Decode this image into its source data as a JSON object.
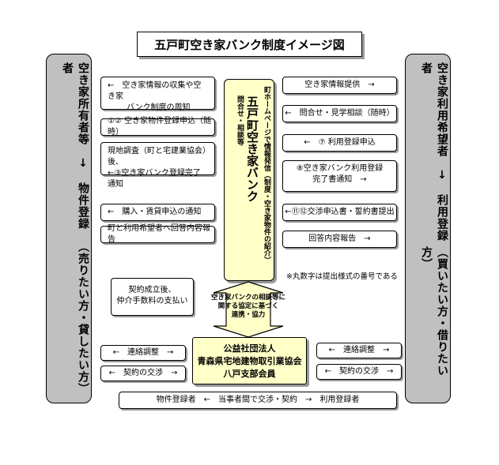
{
  "title": "五戸町空き家バンク制度イメージ図",
  "left_panel": {
    "line1": "空き家所有者等　↓　物件登録者",
    "line2": "（売りたい方・貸したい方）"
  },
  "right_panel": {
    "line1": "空き家利用希望者　↓　利用登録者",
    "line2": "（買いたい方・借りたい方）"
  },
  "center_bank": {
    "name": "五戸町空き家バンク",
    "sub1": "町ホームページで情報発信（制度・空き家物件の紹介）",
    "sub2": "問合せ・相談等"
  },
  "left_boxes": [
    {
      "line1": "←　空き家情報の収集や空き家",
      "line2": "バンク制度の周知"
    },
    {
      "line1": "①②  空き家物件登録申込（随時）",
      "line2": ""
    },
    {
      "line1": "現地調査（町と宅建業協会）後、",
      "line2": "←③空き家バンク登録完了通知"
    },
    {
      "line1": "←　購入・賃貸申込の通知",
      "line2": ""
    },
    {
      "line1": "町と利用希望者へ回答内容報告",
      "line2": ""
    }
  ],
  "right_boxes": [
    {
      "line1": "空き家情報提供　→",
      "line2": ""
    },
    {
      "line1": "←　問合せ・見学相談（随時）",
      "line2": ""
    },
    {
      "line1": "←　⑦  利用登録申込",
      "line2": ""
    },
    {
      "line1": "⑧空き家バンク利用登録",
      "line2": "完了書通知　→"
    },
    {
      "line1": "←⑪⑫交渉申込書・誓約書提出",
      "line2": ""
    },
    {
      "line1": "回答内容報告　→",
      "line2": ""
    }
  ],
  "note": "※丸数字は提出様式の番号である",
  "contract_box": {
    "line1": "契約成立後、",
    "line2": "仲介手数料の支払い"
  },
  "agreement_arrow": {
    "line1": "空き家バンクの相談等に",
    "line2": "関する協定に基づく",
    "line3": "連携・協力"
  },
  "association": {
    "line1": "公益社団法人",
    "line2": "青森県宅地建物取引業協会",
    "line3": "八戸支部会員"
  },
  "left_lower": [
    {
      "label": "←　連絡調整　→"
    },
    {
      "label": "←　契約の交渉　→"
    }
  ],
  "right_lower": [
    {
      "label": "←　連絡調整　→"
    },
    {
      "label": "←　契約の交渉　→"
    }
  ],
  "bottom_bar": "物件登録者　←　当事者間で交渉・契約　→　利用登録者"
}
